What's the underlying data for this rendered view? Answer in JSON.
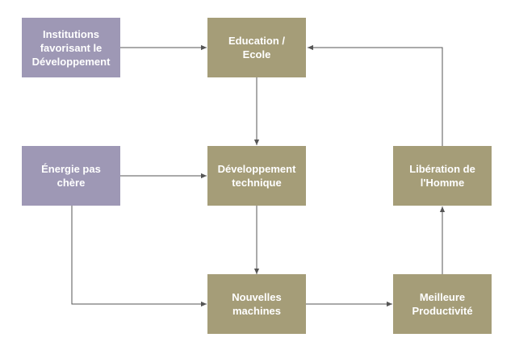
{
  "nodes": {
    "institutions": {
      "label": "Institutions\nfavorisant le\nDéveloppement",
      "color": "#9e98b5"
    },
    "education": {
      "label": "Education /\nEcole",
      "color": "#a59d78"
    },
    "energie": {
      "label": "Énergie pas\nchère",
      "color": "#9e98b5"
    },
    "developpement": {
      "label": "Développement\ntechnique",
      "color": "#a59d78"
    },
    "liberation": {
      "label": "Libération de\nl'Homme",
      "color": "#a59d78"
    },
    "machines": {
      "label": "Nouvelles\nmachines",
      "color": "#a59d78"
    },
    "productivite": {
      "label": "Meilleure\nProductivité",
      "color": "#a59d78"
    }
  },
  "edges": [
    {
      "from": "institutions",
      "to": "education"
    },
    {
      "from": "education",
      "to": "developpement"
    },
    {
      "from": "energie",
      "to": "developpement"
    },
    {
      "from": "developpement",
      "to": "machines"
    },
    {
      "from": "energie",
      "to": "machines"
    },
    {
      "from": "machines",
      "to": "productivite"
    },
    {
      "from": "productivite",
      "to": "liberation"
    },
    {
      "from": "liberation",
      "to": "education"
    }
  ],
  "colors": {
    "edge": "#555555"
  }
}
